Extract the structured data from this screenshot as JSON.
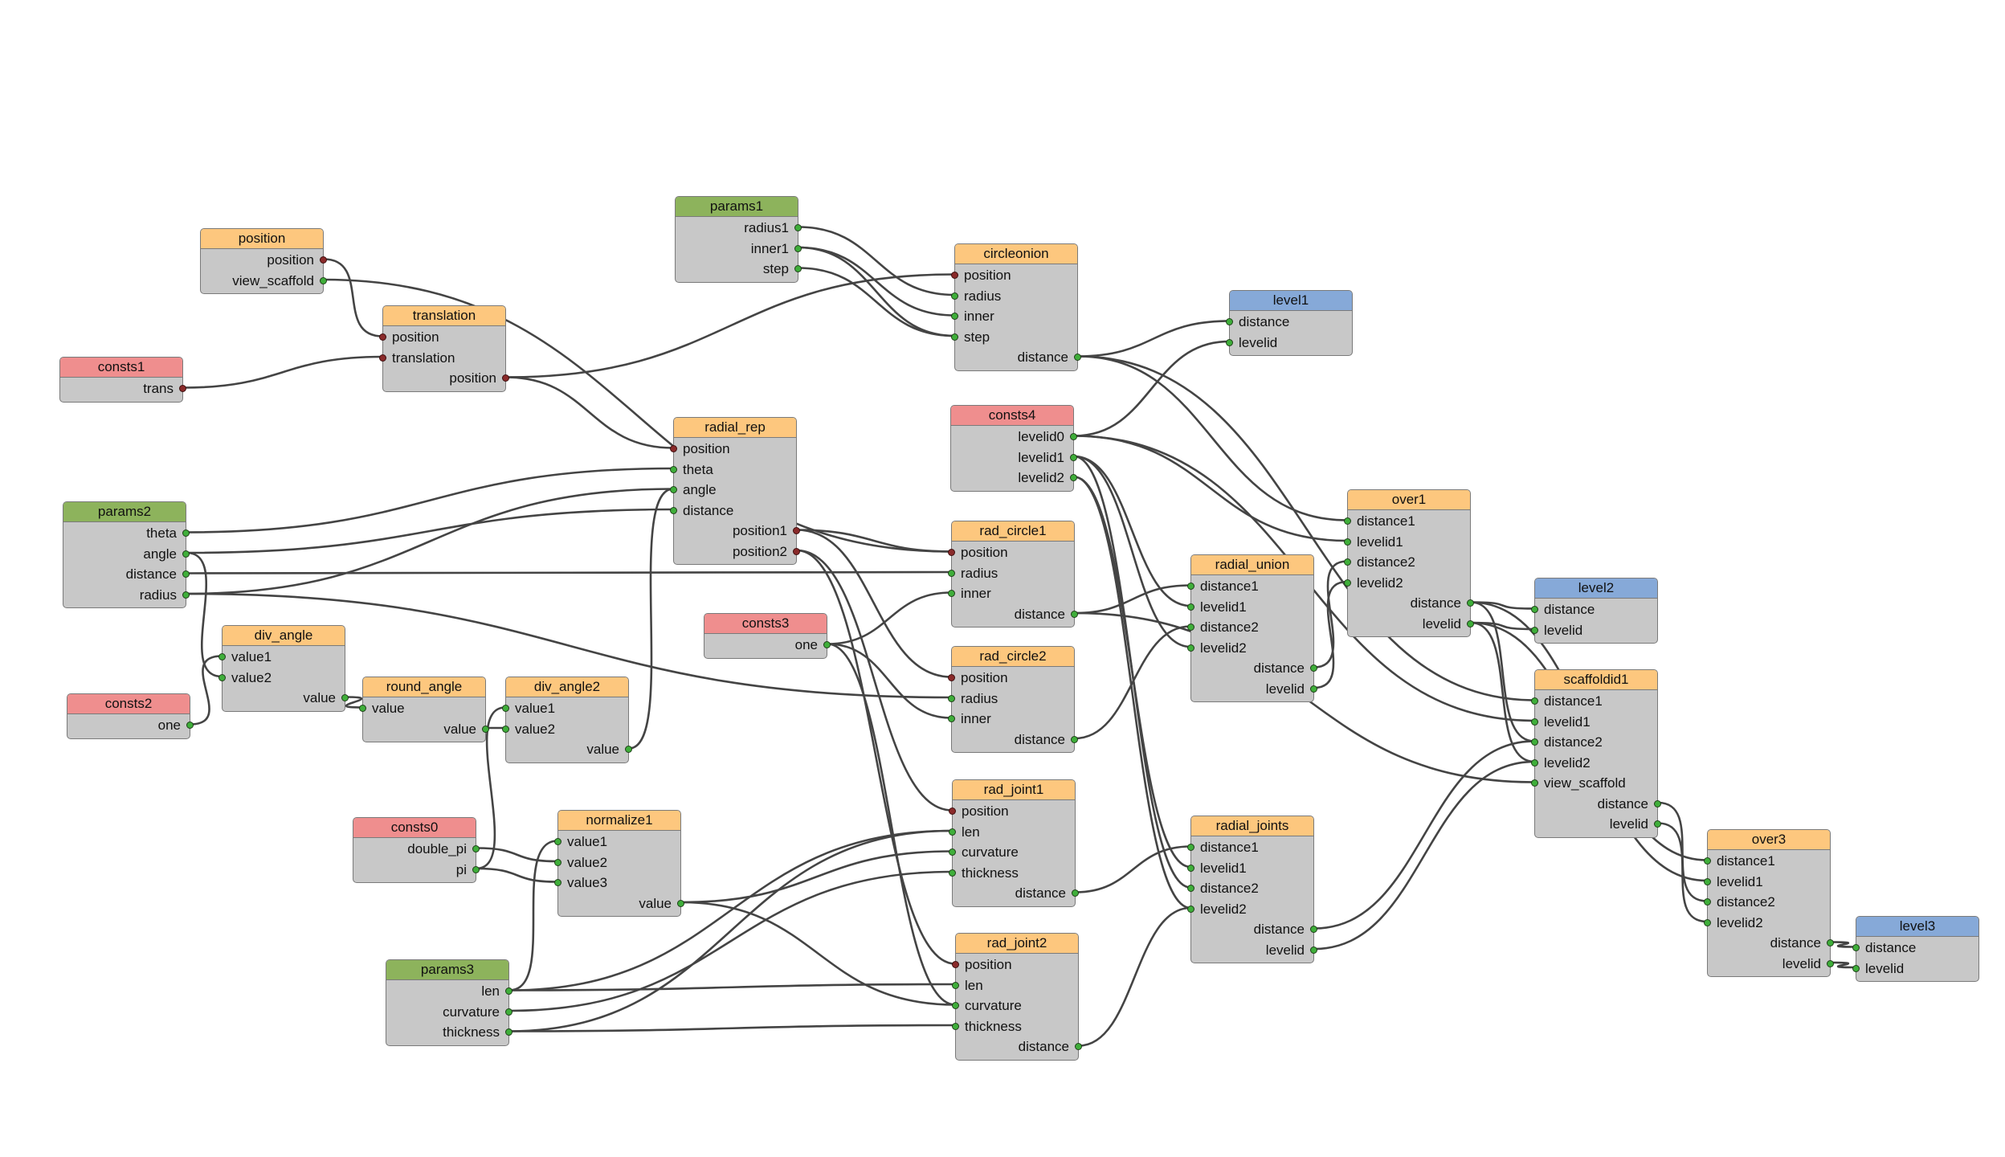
{
  "nodes": [
    {
      "id": "position",
      "title": "position",
      "kind": "orange",
      "inputs": [],
      "outputs": [
        {
          "name": "position",
          "t": "pos"
        },
        {
          "name": "view_scaffold",
          "t": "val"
        }
      ]
    },
    {
      "id": "params1",
      "title": "params1",
      "kind": "green",
      "inputs": [],
      "outputs": [
        {
          "name": "radius1",
          "t": "val"
        },
        {
          "name": "inner1",
          "t": "val"
        },
        {
          "name": "step",
          "t": "val"
        }
      ]
    },
    {
      "id": "circleonion",
      "title": "circleonion",
      "kind": "orange",
      "inputs": [
        {
          "name": "position",
          "t": "pos"
        },
        {
          "name": "radius",
          "t": "val"
        },
        {
          "name": "inner",
          "t": "val"
        },
        {
          "name": "step",
          "t": "val"
        }
      ],
      "outputs": [
        {
          "name": "distance",
          "t": "val"
        }
      ]
    },
    {
      "id": "level1",
      "title": "level1",
      "kind": "blue",
      "inputs": [
        {
          "name": "distance",
          "t": "val"
        },
        {
          "name": "levelid",
          "t": "val"
        }
      ],
      "outputs": []
    },
    {
      "id": "translation",
      "title": "translation",
      "kind": "orange",
      "inputs": [
        {
          "name": "position",
          "t": "pos"
        },
        {
          "name": "translation",
          "t": "pos"
        }
      ],
      "outputs": [
        {
          "name": "position",
          "t": "pos"
        }
      ]
    },
    {
      "id": "consts1",
      "title": "consts1",
      "kind": "red",
      "inputs": [],
      "outputs": [
        {
          "name": "trans",
          "t": "pos"
        }
      ]
    },
    {
      "id": "radial_rep",
      "title": "radial_rep",
      "kind": "orange",
      "inputs": [
        {
          "name": "position",
          "t": "pos"
        },
        {
          "name": "theta",
          "t": "val"
        },
        {
          "name": "angle",
          "t": "val"
        },
        {
          "name": "distance",
          "t": "val"
        }
      ],
      "outputs": [
        {
          "name": "position1",
          "t": "pos"
        },
        {
          "name": "position2",
          "t": "pos"
        }
      ]
    },
    {
      "id": "consts4",
      "title": "consts4",
      "kind": "red",
      "inputs": [],
      "outputs": [
        {
          "name": "levelid0",
          "t": "val"
        },
        {
          "name": "levelid1",
          "t": "val"
        },
        {
          "name": "levelid2",
          "t": "val"
        }
      ]
    },
    {
      "id": "over1",
      "title": "over1",
      "kind": "orange",
      "inputs": [
        {
          "name": "distance1",
          "t": "val"
        },
        {
          "name": "levelid1",
          "t": "val"
        },
        {
          "name": "distance2",
          "t": "val"
        },
        {
          "name": "levelid2",
          "t": "val"
        }
      ],
      "outputs": [
        {
          "name": "distance",
          "t": "val"
        },
        {
          "name": "levelid",
          "t": "val"
        }
      ]
    },
    {
      "id": "params2",
      "title": "params2",
      "kind": "green",
      "inputs": [],
      "outputs": [
        {
          "name": "theta",
          "t": "val"
        },
        {
          "name": "angle",
          "t": "val"
        },
        {
          "name": "distance",
          "t": "val"
        },
        {
          "name": "radius",
          "t": "val"
        }
      ]
    },
    {
      "id": "rad_circle1",
      "title": "rad_circle1",
      "kind": "orange",
      "inputs": [
        {
          "name": "position",
          "t": "pos"
        },
        {
          "name": "radius",
          "t": "val"
        },
        {
          "name": "inner",
          "t": "val"
        }
      ],
      "outputs": [
        {
          "name": "distance",
          "t": "val"
        }
      ]
    },
    {
      "id": "radial_union",
      "title": "radial_union",
      "kind": "orange",
      "inputs": [
        {
          "name": "distance1",
          "t": "val"
        },
        {
          "name": "levelid1",
          "t": "val"
        },
        {
          "name": "distance2",
          "t": "val"
        },
        {
          "name": "levelid2",
          "t": "val"
        }
      ],
      "outputs": [
        {
          "name": "distance",
          "t": "val"
        },
        {
          "name": "levelid",
          "t": "val"
        }
      ]
    },
    {
      "id": "level2",
      "title": "level2",
      "kind": "blue",
      "inputs": [
        {
          "name": "distance",
          "t": "val"
        },
        {
          "name": "levelid",
          "t": "val"
        }
      ],
      "outputs": []
    },
    {
      "id": "div_angle",
      "title": "div_angle",
      "kind": "orange",
      "inputs": [
        {
          "name": "value1",
          "t": "val"
        },
        {
          "name": "value2",
          "t": "val"
        }
      ],
      "outputs": [
        {
          "name": "value",
          "t": "val"
        }
      ]
    },
    {
      "id": "consts3",
      "title": "consts3",
      "kind": "red",
      "inputs": [],
      "outputs": [
        {
          "name": "one",
          "t": "val"
        }
      ]
    },
    {
      "id": "rad_circle2",
      "title": "rad_circle2",
      "kind": "orange",
      "inputs": [
        {
          "name": "position",
          "t": "pos"
        },
        {
          "name": "radius",
          "t": "val"
        },
        {
          "name": "inner",
          "t": "val"
        }
      ],
      "outputs": [
        {
          "name": "distance",
          "t": "val"
        }
      ]
    },
    {
      "id": "scaffoldid1",
      "title": "scaffoldid1",
      "kind": "orange",
      "inputs": [
        {
          "name": "distance1",
          "t": "val"
        },
        {
          "name": "levelid1",
          "t": "val"
        },
        {
          "name": "distance2",
          "t": "val"
        },
        {
          "name": "levelid2",
          "t": "val"
        },
        {
          "name": "view_scaffold",
          "t": "val"
        }
      ],
      "outputs": [
        {
          "name": "distance",
          "t": "val"
        },
        {
          "name": "levelid",
          "t": "val"
        }
      ]
    },
    {
      "id": "consts2",
      "title": "consts2",
      "kind": "red",
      "inputs": [],
      "outputs": [
        {
          "name": "one",
          "t": "val"
        }
      ]
    },
    {
      "id": "round_angle",
      "title": "round_angle",
      "kind": "orange",
      "inputs": [
        {
          "name": "value",
          "t": "val"
        }
      ],
      "outputs": [
        {
          "name": "value",
          "t": "val"
        }
      ]
    },
    {
      "id": "div_angle2",
      "title": "div_angle2",
      "kind": "orange",
      "inputs": [
        {
          "name": "value1",
          "t": "val"
        },
        {
          "name": "value2",
          "t": "val"
        }
      ],
      "outputs": [
        {
          "name": "value",
          "t": "val"
        }
      ]
    },
    {
      "id": "rad_joint1",
      "title": "rad_joint1",
      "kind": "orange",
      "inputs": [
        {
          "name": "position",
          "t": "pos"
        },
        {
          "name": "len",
          "t": "val"
        },
        {
          "name": "curvature",
          "t": "val"
        },
        {
          "name": "thickness",
          "t": "val"
        }
      ],
      "outputs": [
        {
          "name": "distance",
          "t": "val"
        }
      ]
    },
    {
      "id": "radial_joints",
      "title": "radial_joints",
      "kind": "orange",
      "inputs": [
        {
          "name": "distance1",
          "t": "val"
        },
        {
          "name": "levelid1",
          "t": "val"
        },
        {
          "name": "distance2",
          "t": "val"
        },
        {
          "name": "levelid2",
          "t": "val"
        }
      ],
      "outputs": [
        {
          "name": "distance",
          "t": "val"
        },
        {
          "name": "levelid",
          "t": "val"
        }
      ]
    },
    {
      "id": "over3",
      "title": "over3",
      "kind": "orange",
      "inputs": [
        {
          "name": "distance1",
          "t": "val"
        },
        {
          "name": "levelid1",
          "t": "val"
        },
        {
          "name": "distance2",
          "t": "val"
        },
        {
          "name": "levelid2",
          "t": "val"
        }
      ],
      "outputs": [
        {
          "name": "distance",
          "t": "val"
        },
        {
          "name": "levelid",
          "t": "val"
        }
      ]
    },
    {
      "id": "consts0",
      "title": "consts0",
      "kind": "red",
      "inputs": [],
      "outputs": [
        {
          "name": "double_pi",
          "t": "val"
        },
        {
          "name": "pi",
          "t": "val"
        }
      ]
    },
    {
      "id": "normalize1",
      "title": "normalize1",
      "kind": "orange",
      "inputs": [
        {
          "name": "value1",
          "t": "val"
        },
        {
          "name": "value2",
          "t": "val"
        },
        {
          "name": "value3",
          "t": "val"
        }
      ],
      "outputs": [
        {
          "name": "value",
          "t": "val"
        }
      ]
    },
    {
      "id": "level3",
      "title": "level3",
      "kind": "blue",
      "inputs": [
        {
          "name": "distance",
          "t": "val"
        },
        {
          "name": "levelid",
          "t": "val"
        }
      ],
      "outputs": []
    },
    {
      "id": "rad_joint2",
      "title": "rad_joint2",
      "kind": "orange",
      "inputs": [
        {
          "name": "position",
          "t": "pos"
        },
        {
          "name": "len",
          "t": "val"
        },
        {
          "name": "curvature",
          "t": "val"
        },
        {
          "name": "thickness",
          "t": "val"
        }
      ],
      "outputs": [
        {
          "name": "distance",
          "t": "val"
        }
      ]
    },
    {
      "id": "params3",
      "title": "params3",
      "kind": "green",
      "inputs": [],
      "outputs": [
        {
          "name": "len",
          "t": "val"
        },
        {
          "name": "curvature",
          "t": "val"
        },
        {
          "name": "thickness",
          "t": "val"
        }
      ]
    }
  ],
  "edges": [
    [
      "position.position",
      "translation.position"
    ],
    [
      "consts1.trans",
      "translation.translation"
    ],
    [
      "translation.position",
      "circleonion.position"
    ],
    [
      "translation.position",
      "radial_rep.position"
    ],
    [
      "params1.radius1",
      "circleonion.radius"
    ],
    [
      "params1.inner1",
      "circleonion.inner"
    ],
    [
      "params1.inner1",
      "circleonion.step"
    ],
    [
      "params1.step",
      "circleonion.step"
    ],
    [
      "circleonion.distance",
      "level1.distance"
    ],
    [
      "consts4.levelid0",
      "level1.levelid"
    ],
    [
      "circleonion.distance",
      "over1.distance1"
    ],
    [
      "consts4.levelid0",
      "over1.levelid1"
    ],
    [
      "circleonion.distance",
      "scaffoldid1.distance1"
    ],
    [
      "consts4.levelid0",
      "scaffoldid1.levelid1"
    ],
    [
      "radial_union.distance",
      "over1.distance2"
    ],
    [
      "radial_union.levelid",
      "over1.levelid2"
    ],
    [
      "over1.distance",
      "level2.distance"
    ],
    [
      "over1.levelid",
      "level2.levelid"
    ],
    [
      "over1.distance",
      "scaffoldid1.distance2"
    ],
    [
      "over1.levelid",
      "scaffoldid1.levelid2"
    ],
    [
      "over1.distance",
      "over3.distance1"
    ],
    [
      "over1.levelid",
      "over3.levelid1"
    ],
    [
      "position.view_scaffold",
      "rad_circle1.position"
    ],
    [
      "rad_circle1.distance",
      "scaffoldid1.view_scaffold"
    ],
    [
      "params2.theta",
      "radial_rep.theta"
    ],
    [
      "params2.angle",
      "radial_rep.distance"
    ],
    [
      "params2.angle",
      "div_angle.value2"
    ],
    [
      "params2.distance",
      "rad_circle1.radius"
    ],
    [
      "params2.radius",
      "radial_rep.angle"
    ],
    [
      "params2.radius",
      "rad_circle2.radius"
    ],
    [
      "consts2.one",
      "div_angle.value1"
    ],
    [
      "div_angle.value",
      "round_angle.value"
    ],
    [
      "round_angle.value",
      "div_angle2.value2"
    ],
    [
      "div_angle2.value",
      "radial_rep.angle"
    ],
    [
      "consts0.pi",
      "div_angle2.value1"
    ],
    [
      "consts0.double_pi",
      "normalize1.value2"
    ],
    [
      "consts0.pi",
      "normalize1.value3"
    ],
    [
      "radial_rep.position1",
      "rad_circle1.position"
    ],
    [
      "radial_rep.position1",
      "rad_circle2.position"
    ],
    [
      "radial_rep.position2",
      "rad_joint1.position"
    ],
    [
      "radial_rep.position2",
      "rad_joint2.position"
    ],
    [
      "consts3.one",
      "rad_circle1.inner"
    ],
    [
      "consts3.one",
      "rad_circle2.inner"
    ],
    [
      "consts3.one",
      "rad_joint2.curvature"
    ],
    [
      "rad_circle1.distance",
      "radial_union.distance1"
    ],
    [
      "consts4.levelid1",
      "radial_union.levelid1"
    ],
    [
      "consts4.levelid1",
      "radial_union.levelid2"
    ],
    [
      "rad_circle2.distance",
      "radial_union.distance2"
    ],
    [
      "consts4.levelid2",
      "radial_joints.levelid1"
    ],
    [
      "consts4.levelid2",
      "radial_joints.levelid2"
    ],
    [
      "consts4.levelid1",
      "radial_joints.distance2"
    ],
    [
      "rad_joint1.distance",
      "radial_joints.distance1"
    ],
    [
      "rad_joint2.distance",
      "radial_joints.levelid2"
    ],
    [
      "radial_joints.distance",
      "scaffoldid1.distance2"
    ],
    [
      "radial_joints.levelid",
      "scaffoldid1.levelid2"
    ],
    [
      "scaffoldid1.distance",
      "over3.distance2"
    ],
    [
      "scaffoldid1.levelid",
      "over3.levelid2"
    ],
    [
      "over3.distance",
      "level3.distance"
    ],
    [
      "over3.levelid",
      "level3.levelid"
    ],
    [
      "normalize1.value",
      "rad_joint1.curvature"
    ],
    [
      "normalize1.value",
      "rad_joint2.curvature"
    ],
    [
      "params3.len",
      "rad_joint1.len"
    ],
    [
      "params3.len",
      "rad_joint2.len"
    ],
    [
      "params3.len",
      "normalize1.value1"
    ],
    [
      "params3.curvature",
      "rad_joint1.thickness"
    ],
    [
      "params3.thickness",
      "rad_joint1.len"
    ],
    [
      "params3.thickness",
      "rad_joint2.thickness"
    ]
  ],
  "colors": {
    "orange": "#fdc77e",
    "green": "#8db35c",
    "red": "#ef8e8e",
    "blue": "#86a9d8",
    "wire": "#444444",
    "port_val": "#3fae3a",
    "port_pos": "#8a2a2a"
  }
}
